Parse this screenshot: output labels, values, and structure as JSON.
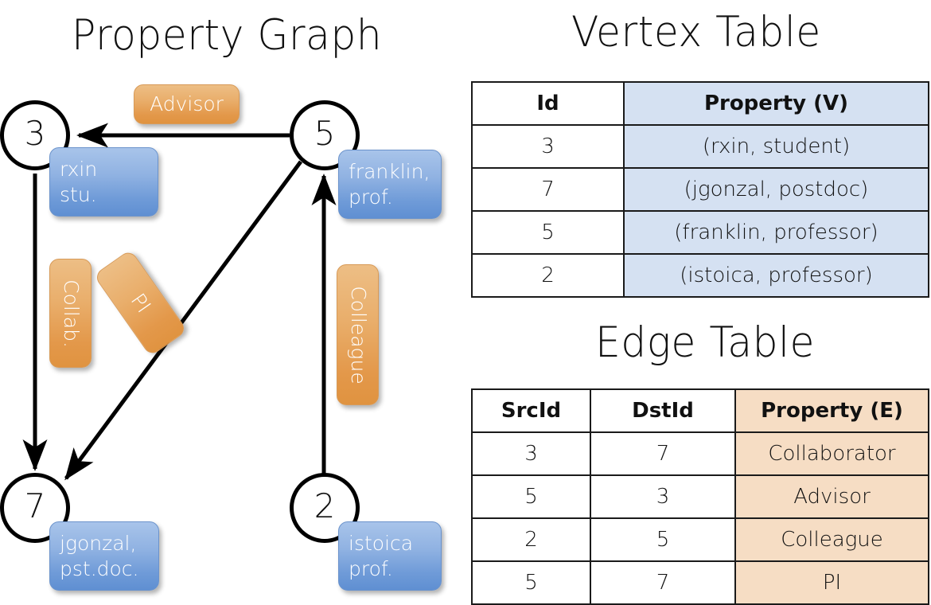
{
  "titles": {
    "property_graph": "Property Graph",
    "vertex_table": "Vertex Table",
    "edge_table": "Edge Table"
  },
  "graph": {
    "nodes": [
      {
        "id": "3",
        "property_lines": [
          "rxin",
          "stu."
        ]
      },
      {
        "id": "5",
        "property_lines": [
          "franklin,",
          "prof."
        ]
      },
      {
        "id": "7",
        "property_lines": [
          "jgonzal,",
          "pst.doc."
        ]
      },
      {
        "id": "2",
        "property_lines": [
          "istoica",
          "prof."
        ]
      }
    ],
    "edge_labels": [
      {
        "label": "Advisor",
        "orientation": "horizontal"
      },
      {
        "label": "Collab.",
        "orientation": "vertical"
      },
      {
        "label": "PI",
        "orientation": "diagonal"
      },
      {
        "label": "Colleague",
        "orientation": "vertical"
      }
    ],
    "edges": [
      {
        "src": "5",
        "dst": "3",
        "label": "Advisor"
      },
      {
        "src": "3",
        "dst": "7",
        "label": "Collab."
      },
      {
        "src": "5",
        "dst": "7",
        "label": "PI"
      },
      {
        "src": "2",
        "dst": "5",
        "label": "Colleague"
      }
    ]
  },
  "vertex_table": {
    "headers": [
      "Id",
      "Property (V)"
    ],
    "rows": [
      {
        "id": "3",
        "property": "(rxin, student)"
      },
      {
        "id": "7",
        "property": "(jgonzal, postdoc)"
      },
      {
        "id": "5",
        "property": "(franklin, professor)"
      },
      {
        "id": "2",
        "property": "(istoica, professor)"
      }
    ]
  },
  "edge_table": {
    "headers": [
      "SrcId",
      "DstId",
      "Property (E)"
    ],
    "rows": [
      {
        "src": "3",
        "dst": "7",
        "property": "Collaborator"
      },
      {
        "src": "5",
        "dst": "3",
        "property": "Advisor"
      },
      {
        "src": "2",
        "dst": "5",
        "property": "Colleague"
      },
      {
        "src": "5",
        "dst": "7",
        "property": "PI"
      }
    ]
  },
  "colors": {
    "vertex_property_fill": "#d5e1f2",
    "edge_property_fill": "#f6ddc4",
    "node_box_blue": "#6f9bd8",
    "edge_label_orange": "#e3984a",
    "stroke": "#000000"
  }
}
